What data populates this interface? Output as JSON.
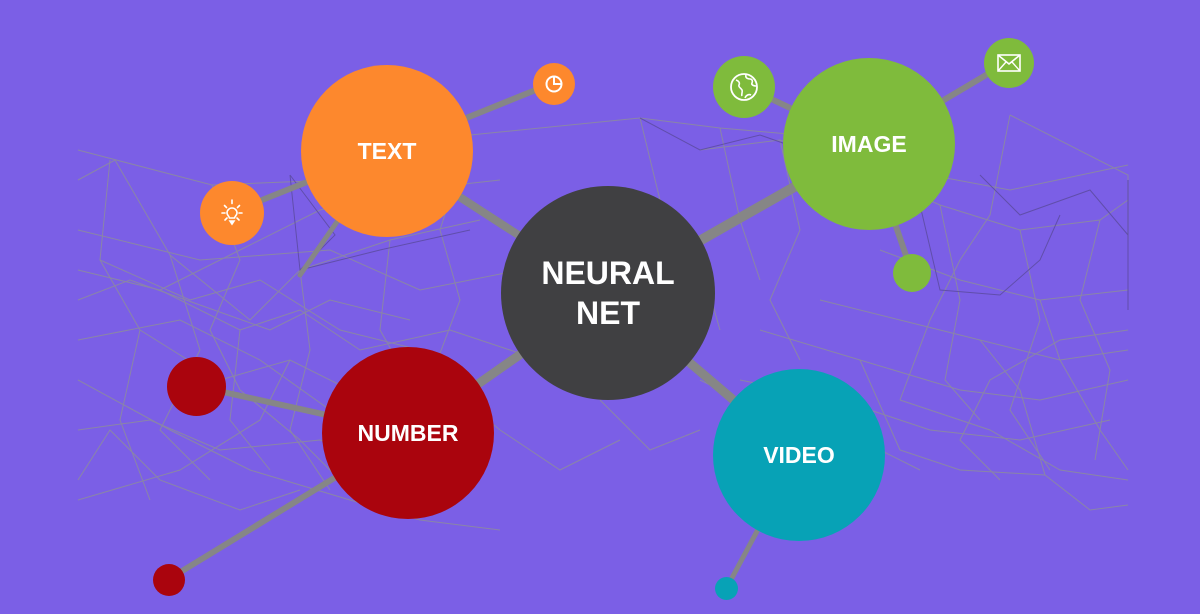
{
  "diagram": {
    "background_color": "#7b5fe6",
    "mesh_color": "#8a8a9a",
    "connector_color": "#868686",
    "center": {
      "label": "NEURAL\nNET",
      "color": "#404042"
    },
    "nodes": [
      {
        "id": "text",
        "label": "TEXT",
        "color": "#fd882d"
      },
      {
        "id": "image",
        "label": "IMAGE",
        "color": "#7fbb3c"
      },
      {
        "id": "number",
        "label": "NUMBER",
        "color": "#aa040d"
      },
      {
        "id": "video",
        "label": "VIDEO",
        "color": "#07a2b6"
      }
    ],
    "satellites": [
      {
        "parent": "text",
        "icon": "pie-chart-icon"
      },
      {
        "parent": "text",
        "icon": "lightbulb-icon"
      },
      {
        "parent": "image",
        "icon": "globe-icon"
      },
      {
        "parent": "image",
        "icon": "envelope-icon"
      },
      {
        "parent": "image",
        "icon": "none"
      },
      {
        "parent": "number",
        "icon": "none"
      },
      {
        "parent": "number",
        "icon": "none"
      },
      {
        "parent": "video",
        "icon": "none"
      }
    ]
  }
}
